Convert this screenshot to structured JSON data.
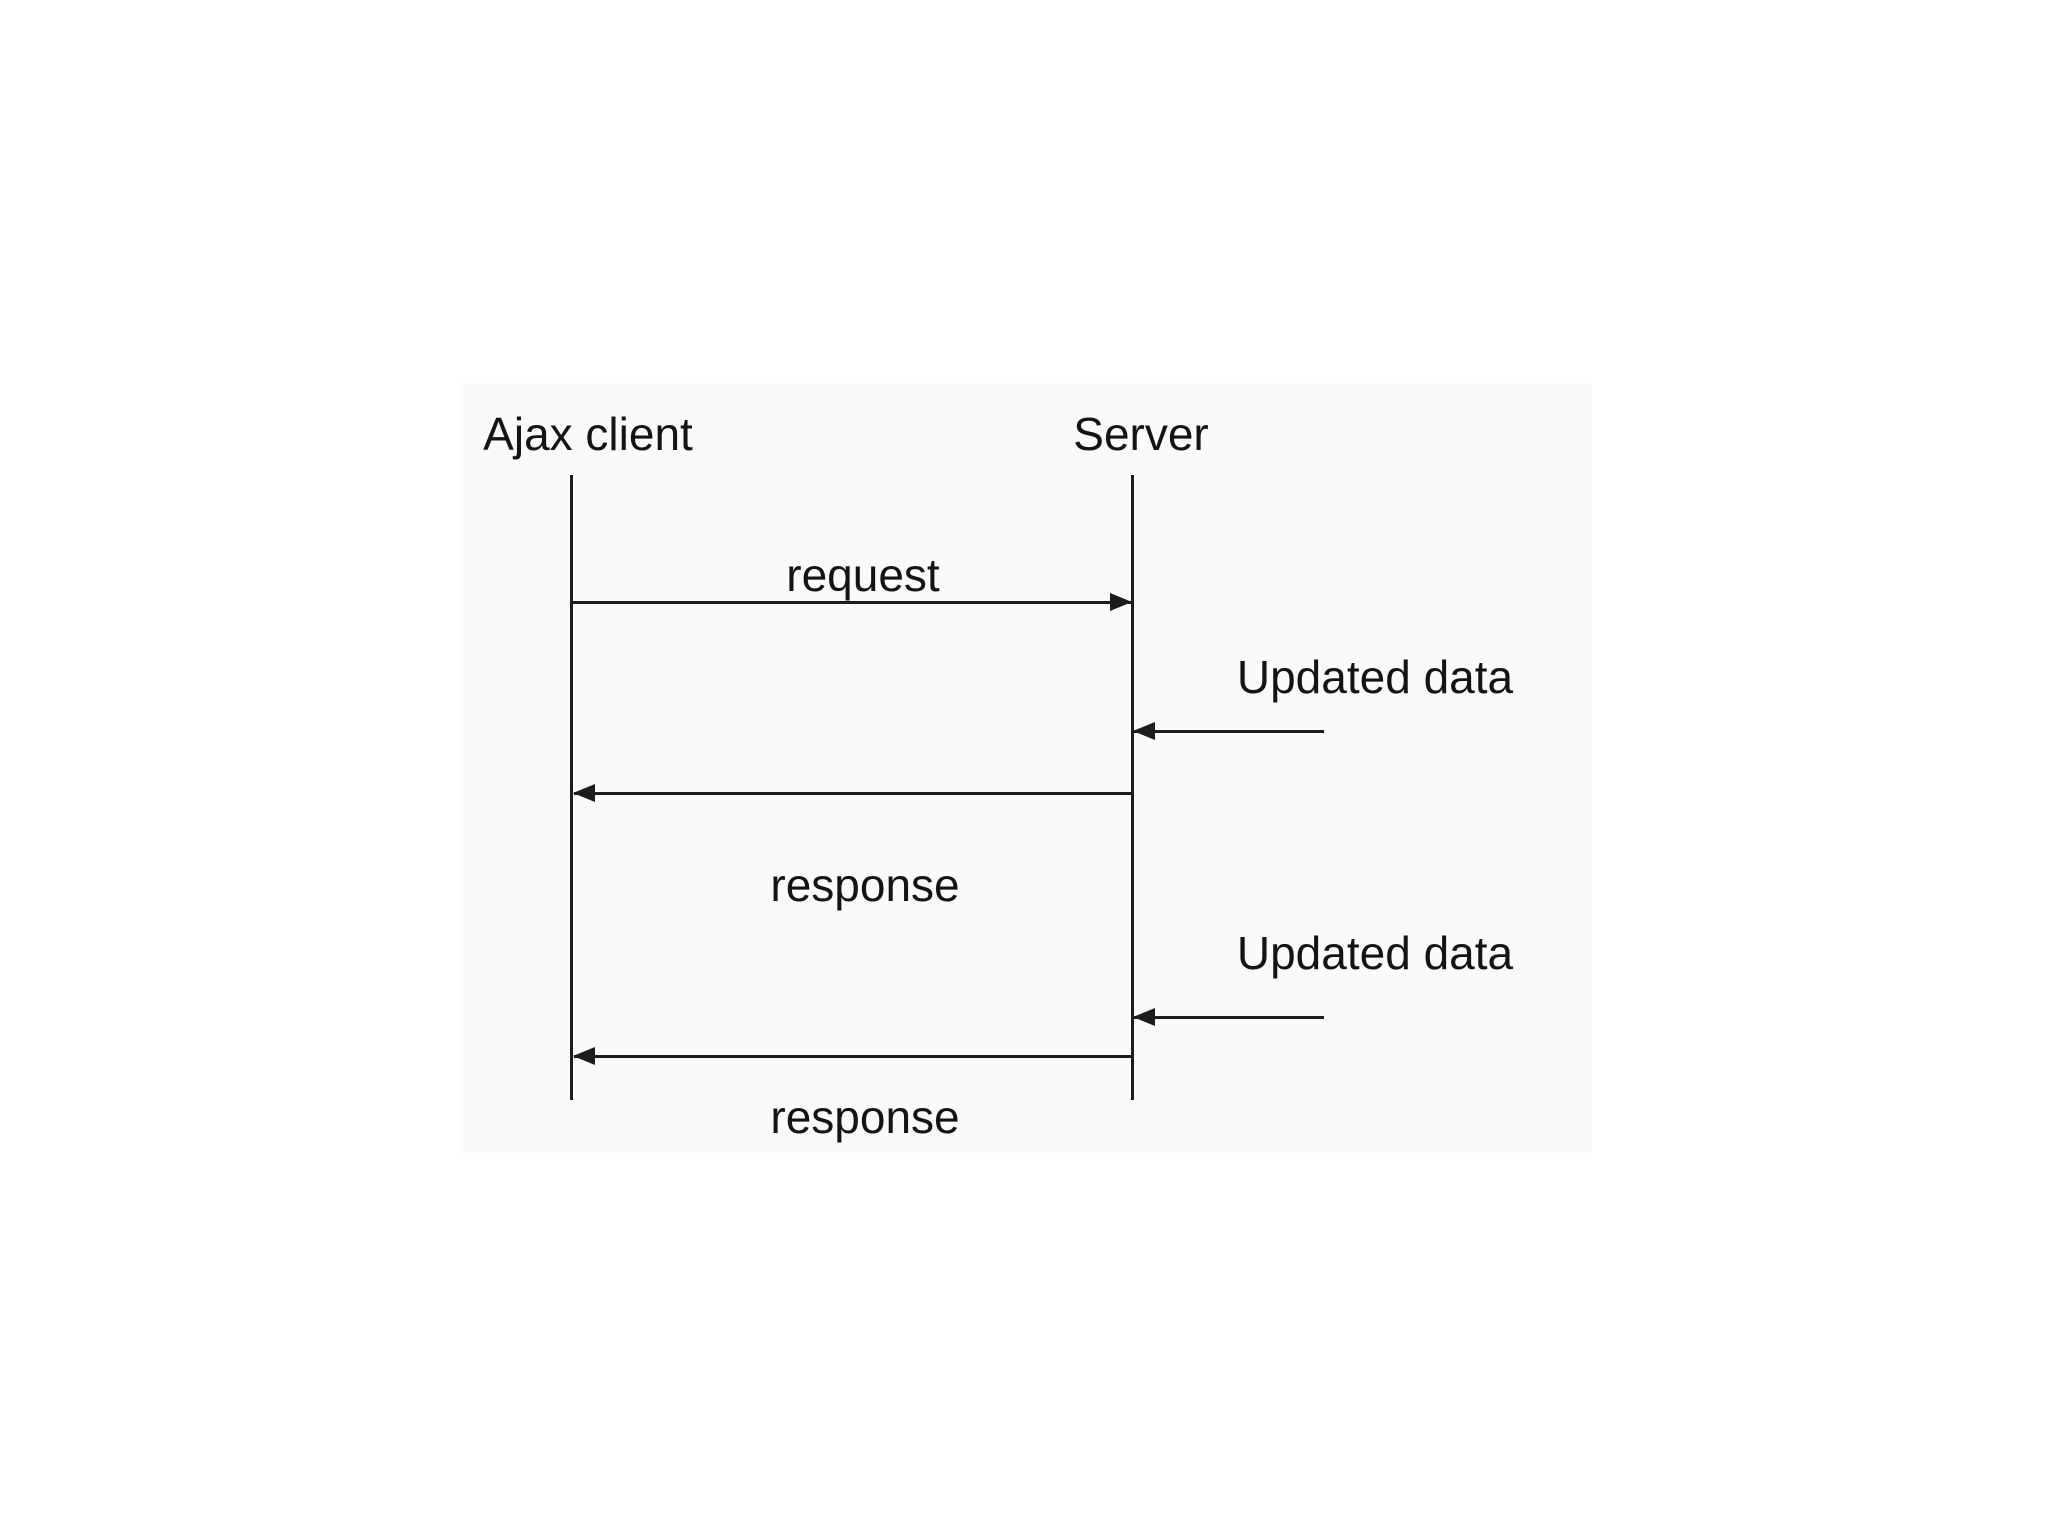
{
  "diagram": {
    "type": "sequence-diagram",
    "actors": [
      {
        "id": "client",
        "label": "Ajax client"
      },
      {
        "id": "server",
        "label": "Server"
      }
    ],
    "messages": [
      {
        "label": "request",
        "from": "client",
        "to": "server",
        "direction": "right"
      },
      {
        "label": "Updated data",
        "from": "external",
        "to": "server",
        "direction": "left"
      },
      {
        "label": "response",
        "from": "server",
        "to": "client",
        "direction": "left"
      },
      {
        "label": "Updated data",
        "from": "external",
        "to": "server",
        "direction": "left"
      },
      {
        "label": "response",
        "from": "server",
        "to": "client",
        "direction": "left"
      }
    ],
    "colors": {
      "line": "#1d1d1d",
      "text": "#141414",
      "panel_background": "#fafafa",
      "page_background": "#ffffff"
    }
  }
}
